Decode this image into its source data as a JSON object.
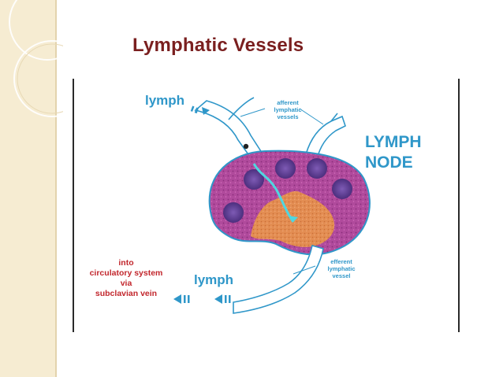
{
  "slide": {
    "title": "Lymphatic Vessels",
    "title_color": "#7a1f1f",
    "band_color": "#f6ecd2"
  },
  "diagram": {
    "label_lymph_top": "lymph",
    "label_lymph_bottom": "lymph",
    "label_afferent": [
      "afferent",
      "lymphatic",
      "vessels"
    ],
    "label_efferent": [
      "efferent",
      "lymphatic",
      "vessel"
    ],
    "label_node": [
      "LYMPH",
      "NODE"
    ],
    "label_into": [
      "into",
      "circulatory system",
      "via",
      "subclavian vein"
    ],
    "colors": {
      "label_blue": "#2f97c9",
      "label_red": "#c2272d",
      "node_purple": "#b04a9c",
      "medulla_orange": "#e38d52",
      "nodule_dark": "#5b3a8c"
    }
  }
}
